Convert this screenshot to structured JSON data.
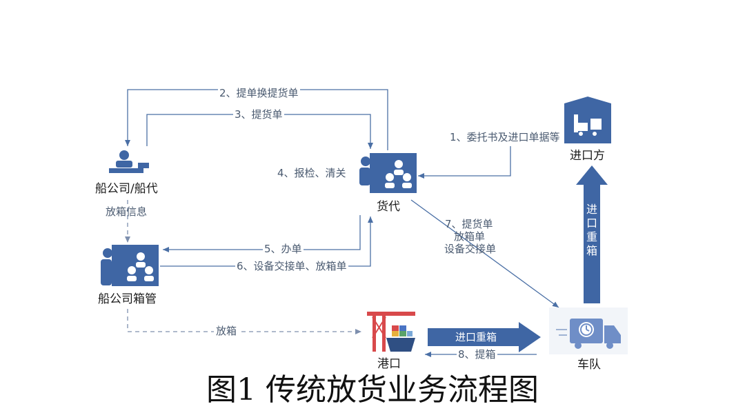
{
  "edges": {
    "e2": "2、提单换提货单",
    "e3": "3、提货单",
    "e1": "1、委托书及进口单据等",
    "e4": "4、报检、清关",
    "e_info": "放箱信息",
    "e5": "5、办单",
    "e6": "6、设备交接单、放箱单",
    "e7a": "7、提货单",
    "e7b": "放箱单",
    "e7c": "设备交接单",
    "e_release": "放箱",
    "e_heavy": "进口重箱",
    "e8": "8、提箱",
    "e_up": "进口重箱"
  },
  "nodes": {
    "shipping": "船公司/船代",
    "forwarder": "货代",
    "importer": "进口方",
    "depot": "船公司箱管",
    "port": "港口",
    "fleet": "车队"
  },
  "caption": "图1 传统放货业务流程图",
  "colors": {
    "primary": "#3f66a4",
    "line": "#4a6fa5",
    "dashed": "#7d8fae"
  }
}
